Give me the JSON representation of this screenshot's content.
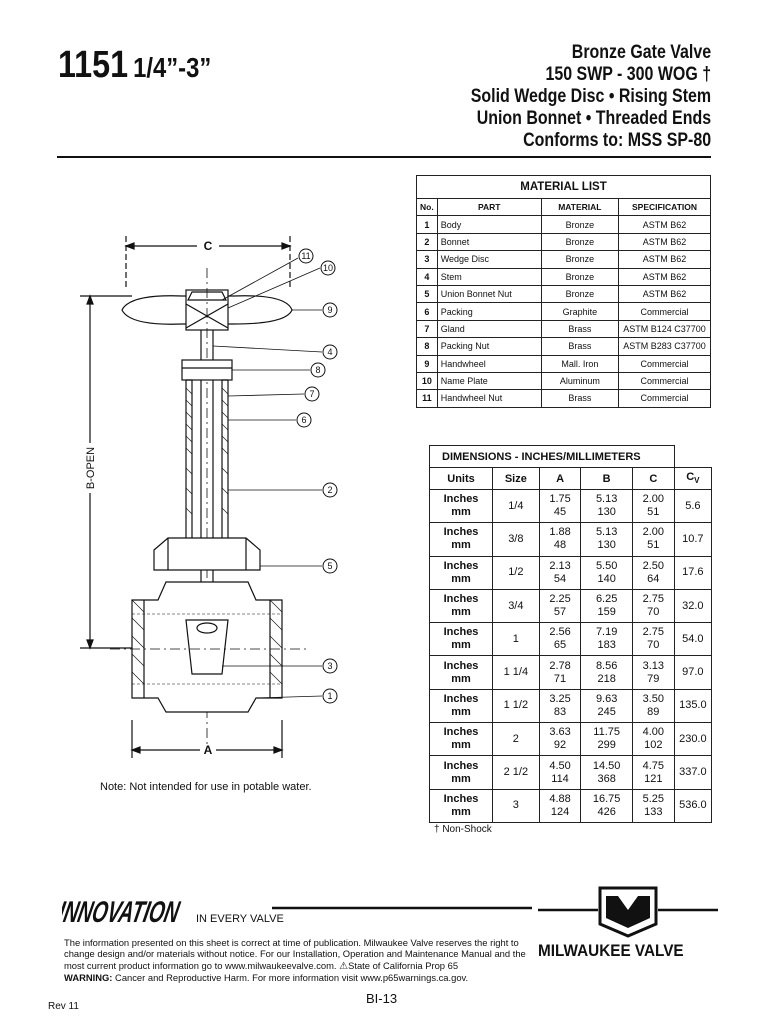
{
  "header": {
    "model_number": "1151",
    "size_range": "1/4”-3”",
    "title_lines": [
      "Bronze Gate Valve",
      "150 SWP - 300 WOG †",
      "Solid Wedge Disc • Rising Stem",
      "Union Bonnet • Threaded Ends",
      "Conforms to: MSS SP-80"
    ]
  },
  "drawing": {
    "labels": {
      "c": "C",
      "a": "A",
      "b_open": "B-OPEN"
    },
    "callouts": [
      "11",
      "10",
      "9",
      "4",
      "8",
      "7",
      "6",
      "2",
      "5",
      "3",
      "1"
    ]
  },
  "note": "Note: Not intended for use in potable water.",
  "material_list": {
    "title": "MATERIAL LIST",
    "columns": [
      "No.",
      "PART",
      "MATERIAL",
      "SPECIFICATION"
    ],
    "rows": [
      [
        "1",
        "Body",
        "Bronze",
        "ASTM B62"
      ],
      [
        "2",
        "Bonnet",
        "Bronze",
        "ASTM B62"
      ],
      [
        "3",
        "Wedge Disc",
        "Bronze",
        "ASTM B62"
      ],
      [
        "4",
        "Stem",
        "Bronze",
        "ASTM B62"
      ],
      [
        "5",
        "Union Bonnet Nut",
        "Bronze",
        "ASTM B62"
      ],
      [
        "6",
        "Packing",
        "Graphite",
        "Commercial"
      ],
      [
        "7",
        "Gland",
        "Brass",
        "ASTM B124 C37700"
      ],
      [
        "8",
        "Packing Nut",
        "Brass",
        "ASTM B283 C37700"
      ],
      [
        "9",
        "Handwheel",
        "Mall. Iron",
        "Commercial"
      ],
      [
        "10",
        "Name Plate",
        "Aluminum",
        "Commercial"
      ],
      [
        "11",
        "Handwheel Nut",
        "Brass",
        "Commercial"
      ]
    ]
  },
  "dimensions": {
    "title": "DIMENSIONS - INCHES/MILLIMETERS",
    "columns": [
      "Units",
      "Size",
      "A",
      "B",
      "C",
      "C",
      "V"
    ],
    "units_top": "Inches",
    "units_bottom": "mm",
    "rows": [
      {
        "size": "1/4",
        "a": [
          "1.75",
          "45"
        ],
        "b": [
          "5.13",
          "130"
        ],
        "c": [
          "2.00",
          "51"
        ],
        "cv": "5.6"
      },
      {
        "size": "3/8",
        "a": [
          "1.88",
          "48"
        ],
        "b": [
          "5.13",
          "130"
        ],
        "c": [
          "2.00",
          "51"
        ],
        "cv": "10.7"
      },
      {
        "size": "1/2",
        "a": [
          "2.13",
          "54"
        ],
        "b": [
          "5.50",
          "140"
        ],
        "c": [
          "2.50",
          "64"
        ],
        "cv": "17.6"
      },
      {
        "size": "3/4",
        "a": [
          "2.25",
          "57"
        ],
        "b": [
          "6.25",
          "159"
        ],
        "c": [
          "2.75",
          "70"
        ],
        "cv": "32.0"
      },
      {
        "size": "1",
        "a": [
          "2.56",
          "65"
        ],
        "b": [
          "7.19",
          "183"
        ],
        "c": [
          "2.75",
          "70"
        ],
        "cv": "54.0"
      },
      {
        "size": "1 1/4",
        "a": [
          "2.78",
          "71"
        ],
        "b": [
          "8.56",
          "218"
        ],
        "c": [
          "3.13",
          "79"
        ],
        "cv": "97.0"
      },
      {
        "size": "1 1/2",
        "a": [
          "3.25",
          "83"
        ],
        "b": [
          "9.63",
          "245"
        ],
        "c": [
          "3.50",
          "89"
        ],
        "cv": "135.0"
      },
      {
        "size": "2",
        "a": [
          "3.63",
          "92"
        ],
        "b": [
          "11.75",
          "299"
        ],
        "c": [
          "4.00",
          "102"
        ],
        "cv": "230.0"
      },
      {
        "size": "2 1/2",
        "a": [
          "4.50",
          "114"
        ],
        "b": [
          "14.50",
          "368"
        ],
        "c": [
          "4.75",
          "121"
        ],
        "cv": "337.0"
      },
      {
        "size": "3",
        "a": [
          "4.88",
          "124"
        ],
        "b": [
          "16.75",
          "426"
        ],
        "c": [
          "5.25",
          "133"
        ],
        "cv": "536.0"
      }
    ]
  },
  "footnote": "† Non-Shock",
  "footer": {
    "logo_word": "INNOVATION",
    "logo_tagline": "IN EVERY VALVE",
    "brand": "MILWAUKEE VALVE",
    "disclaimer_1": "The information presented on this sheet is correct at time of publication. Milwaukee Valve reserves the right to change design and/or materials without notice. For our Installation, Operation and Maintenance Manual and the most current product information go to www.milwaukeevalve.com.",
    "prop65": "State of California Prop 65",
    "warning_label": "WARNING:",
    "warning_text": "Cancer and Reproductive Harm. For more information visit www.p65warnings.ca.gov.",
    "rev": "Rev 11",
    "page": "BI-13"
  }
}
